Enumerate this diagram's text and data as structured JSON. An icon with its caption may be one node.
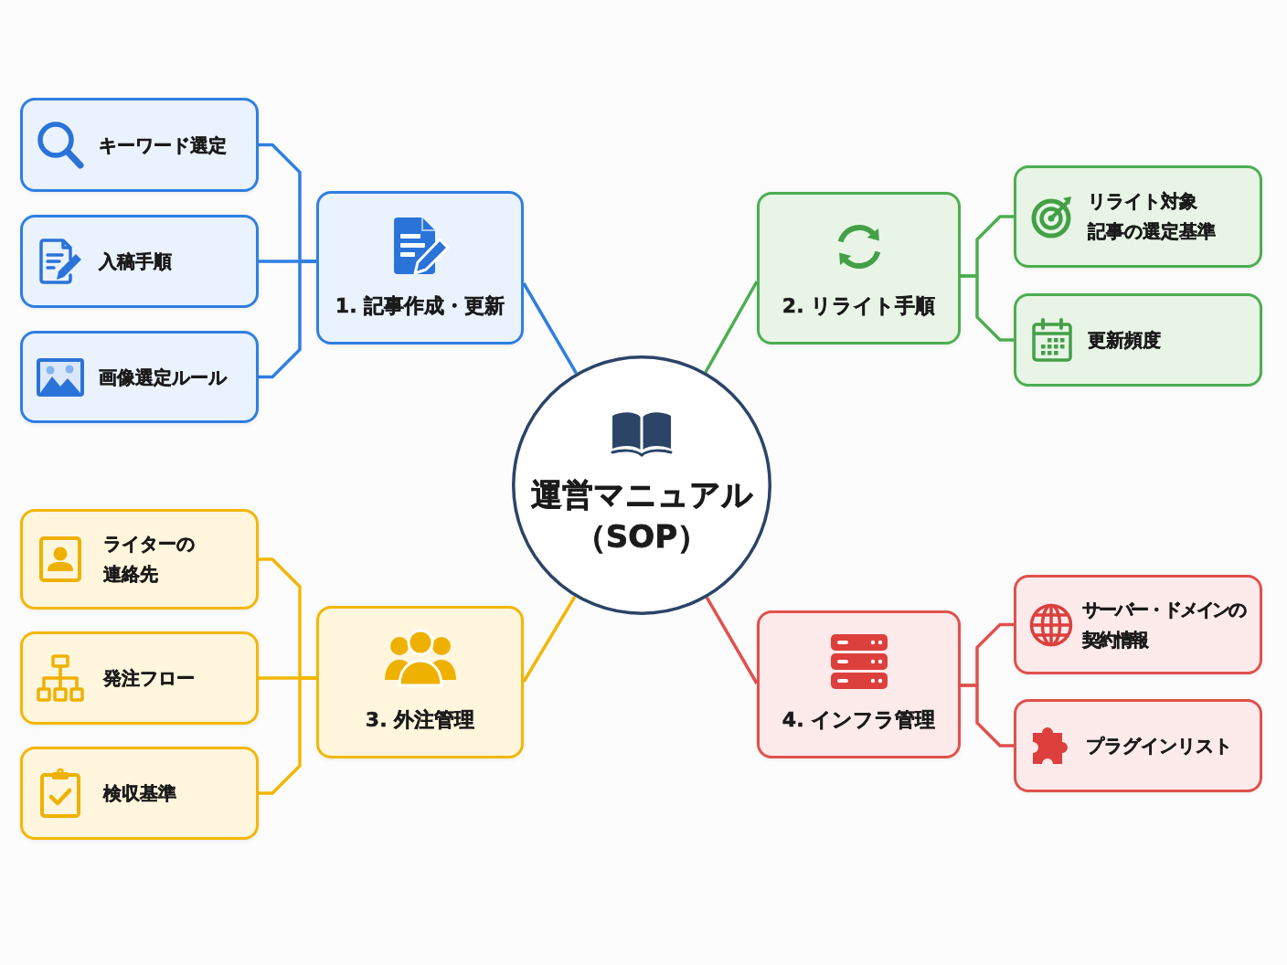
{
  "diagram": {
    "nodes": [
      {
        "text": [
          "運営マニュアル（SOP）"
        ]
      },
      {
        "text": [
          "1. 記事作成・更新"
        ]
      },
      {
        "text": [
          "キーワード選定"
        ]
      },
      {
        "text": [
          "入稿手順"
        ]
      },
      {
        "text": [
          "画像選定ルール"
        ]
      },
      {
        "text": [
          "2. リライト手順"
        ]
      },
      {
        "text": [
          "リライト対象記事の選定基準"
        ]
      },
      {
        "text": [
          "更新頻度"
        ]
      },
      {
        "text": [
          "3. 外注管理"
        ]
      },
      {
        "text": [
          "ライターの連絡先"
        ]
      },
      {
        "text": [
          "発注フロー"
        ]
      },
      {
        "text": [
          "検収基準"
        ]
      },
      {
        "text": [
          "4. インフラ管理"
        ]
      },
      {
        "text": [
          "サーバー・ドメインの契約情報"
        ]
      },
      {
        "text": [
          "プラグインリスト"
        ]
      }
    ],
    "edges": [
      {
        "from": 0,
        "to": 1,
        "arrow": "none",
        "color": "#2f7fe0"
      },
      {
        "from": 1,
        "to": 2,
        "arrow": "none",
        "color": "#2f7fe0"
      },
      {
        "from": 1,
        "to": 3,
        "arrow": "none",
        "color": "#2f7fe0"
      },
      {
        "from": 1,
        "to": 4,
        "arrow": "none",
        "color": "#2f7fe0"
      },
      {
        "from": 0,
        "to": 5,
        "arrow": "none",
        "color": "#4cae50"
      },
      {
        "from": 5,
        "to": 6,
        "arrow": "none",
        "color": "#4cae50"
      },
      {
        "from": 5,
        "to": 7,
        "arrow": "none",
        "color": "#4cae50"
      },
      {
        "from": 0,
        "to": 8,
        "arrow": "none",
        "color": "#f2b705"
      },
      {
        "from": 8,
        "to": 9,
        "arrow": "none",
        "color": "#f2b705"
      },
      {
        "from": 8,
        "to": 10,
        "arrow": "none",
        "color": "#f2b705"
      },
      {
        "from": 8,
        "to": 11,
        "arrow": "none",
        "color": "#f2b705"
      },
      {
        "from": 0,
        "to": 12,
        "arrow": "none",
        "color": "#e0514d"
      },
      {
        "from": 12,
        "to": 13,
        "arrow": "none",
        "color": "#e0514d"
      },
      {
        "from": 12,
        "to": 14,
        "arrow": "none",
        "color": "#e0514d"
      }
    ]
  }
}
